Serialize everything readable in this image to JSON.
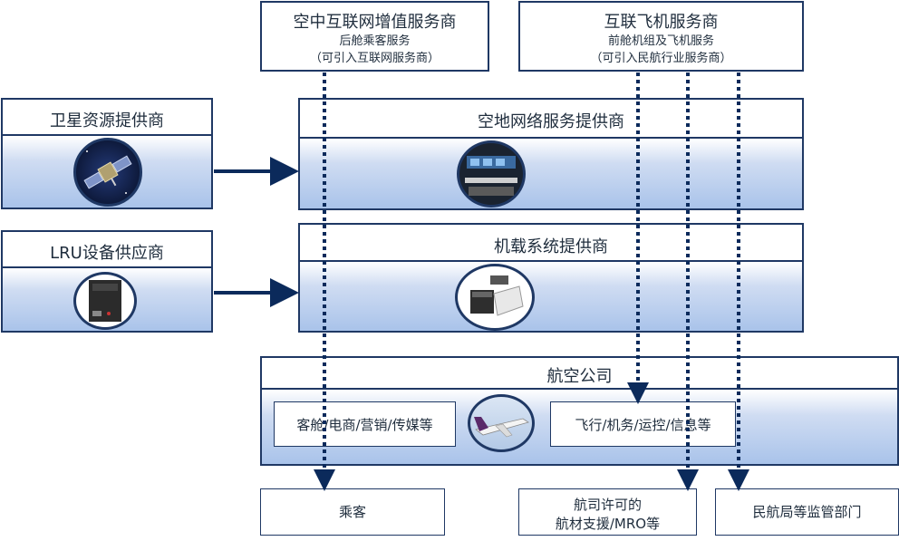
{
  "top_boxes": {
    "vas": {
      "title": "空中互联网增值服务商",
      "sub1": "后舱乘客服务",
      "sub2": "（可引入互联网服务商）"
    },
    "aircraft": {
      "title": "互联飞机服务商",
      "sub1": "前舱机组及飞机服务",
      "sub2": "（可引入民航行业服务商）"
    }
  },
  "left_boxes": {
    "satellite": {
      "title": "卫星资源提供商",
      "icon": "satellite-icon"
    },
    "lru": {
      "title": "LRU设备供应商",
      "icon": "lru-box-icon"
    }
  },
  "center_boxes": {
    "ground_network": {
      "title": "空地网络服务提供商",
      "icon": "control-room-icon"
    },
    "airborne": {
      "title": "机载系统提供商",
      "icon": "avionics-equipment-icon"
    }
  },
  "airline": {
    "title": "航空公司",
    "left_service": "客舱/电商/营销/传媒等",
    "right_service": "飞行/机务/运控/信息等",
    "icon": "airplane-icon"
  },
  "bottom_boxes": {
    "passengers": "乘客",
    "mro_line1": "航司许可的",
    "mro_line2": "航材支援/MRO等",
    "regulator": "民航局等监管部门"
  },
  "colors": {
    "border": "#1f3864",
    "gradient_light": "#cfdcf2",
    "gradient_dark": "#a9c3ea",
    "arrow": "#0b2a5b"
  }
}
